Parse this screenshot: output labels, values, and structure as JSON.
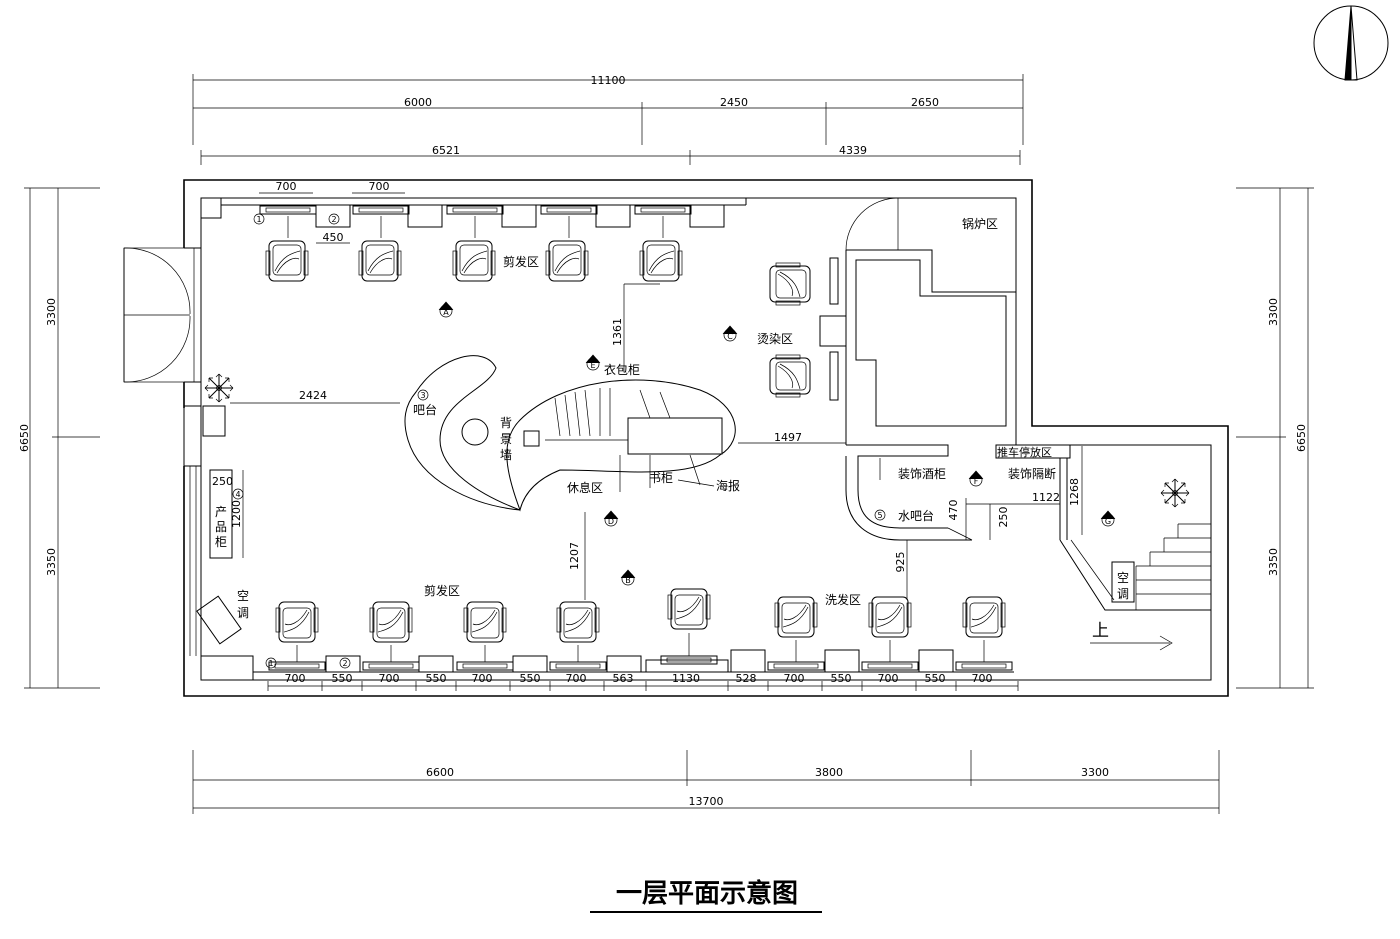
{
  "title": "一层平面示意图",
  "dimensions": {
    "top_total": "11100",
    "top_segments": [
      "6000",
      "2450",
      "2650"
    ],
    "top_lower": [
      "6521",
      "4339"
    ],
    "bottom_segments": [
      "6600",
      "3800",
      "3300"
    ],
    "bottom_total": "13700",
    "left_total": "6650",
    "left_segments": [
      "3300",
      "3350"
    ],
    "right_total": "6650",
    "right_segments": [
      "3300",
      "3350"
    ],
    "top_chair_widths": [
      "700",
      "700"
    ],
    "top_gap": "450",
    "bottom_row": [
      "700",
      "550",
      "700",
      "550",
      "700",
      "550",
      "700",
      "563",
      "1130",
      "528",
      "700",
      "550",
      "700",
      "550",
      "700"
    ],
    "bar_to_wall": "2424",
    "cabinet_height": "1361",
    "lounge_height": "1207",
    "lounge_to_wall": "1497",
    "product_cabinet_depth": "250",
    "product_cabinet_length": "1200",
    "water_bar_depth": "470",
    "water_bar_gap": "250",
    "decor_width": "1122",
    "cart_depth": "1268",
    "wash_gap": "925"
  },
  "labels": {
    "cut_area_top": "剪发区",
    "cut_area_bottom": "剪发区",
    "boiler_area": "锅炉区",
    "perm_area": "烫染区",
    "wardrobe": "衣包柜",
    "bar_counter": "吧台",
    "back_wall": [
      "背",
      "景",
      "墙"
    ],
    "rest_area": "休息区",
    "bookcase": "书柜",
    "poster": "海报",
    "product_cabinet": [
      "产",
      "品",
      "柜"
    ],
    "aircon_left": [
      "空",
      "调"
    ],
    "aircon_right": [
      "空",
      "调"
    ],
    "wash_area": "洗发区",
    "water_bar": "水吧台",
    "decor_wine_cabinet": "装饰酒柜",
    "cart_parking": "推车停放区",
    "decor_partition": "装饰隔断",
    "stairs_up": "上"
  },
  "markers": {
    "section": [
      "A",
      "B",
      "C",
      "D",
      "E",
      "F",
      "G"
    ],
    "items": [
      "1",
      "2",
      "3",
      "4",
      "5"
    ]
  }
}
